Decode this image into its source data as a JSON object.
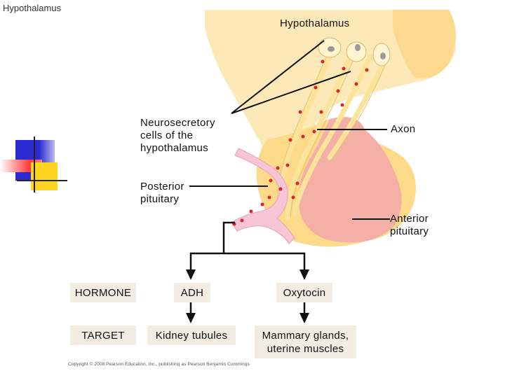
{
  "slide_title": "Hypothalamus",
  "labels": {
    "hypothalamus": "Hypothalamus",
    "neurosecretory": [
      "Neurosecretory",
      "cells of the",
      "hypothalamus"
    ],
    "axon": "Axon",
    "posterior": [
      "Posterior",
      "pituitary"
    ],
    "anterior": [
      "Anterior",
      "pituitary"
    ]
  },
  "table": {
    "hormone_header": "HORMONE",
    "target_header": "TARGET",
    "hormones": [
      "ADH",
      "Oxytocin"
    ],
    "targets": [
      "Kidney tubules",
      [
        "Mammary glands,",
        "uterine muscles"
      ]
    ]
  },
  "copyright": "Copyright © 2008 Pearson Education, Inc., publishing as Pearson Benjamin Cummings",
  "colors": {
    "hypothalamus": "#fde9b8",
    "tissue": "#fdd98a",
    "anterior": "#f4b0a6",
    "vessel": "#f6c6d6",
    "dot": "#d9242d",
    "box": "#f2ece3"
  }
}
